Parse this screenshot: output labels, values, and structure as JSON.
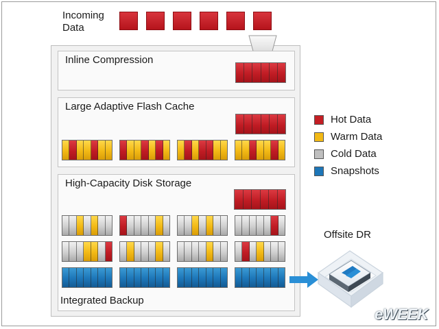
{
  "incoming": {
    "label_line1": "Incoming",
    "label_line2": "Data",
    "block_count": 6
  },
  "panels": {
    "compression": {
      "title": "Inline Compression"
    },
    "cache": {
      "title": "Large Adaptive Flash Cache"
    },
    "disk": {
      "title": "High-Capacity Disk Storage",
      "backup_label": "Integrated Backup"
    }
  },
  "legend": [
    {
      "label": "Hot Data",
      "color": "#c41e24"
    },
    {
      "label": "Warm Data",
      "color": "#f2b915"
    },
    {
      "label": "Cold Data",
      "color": "#bfbfbf"
    },
    {
      "label": "Snapshots",
      "color": "#1d76b8"
    }
  ],
  "offsite": {
    "label": "Offsite DR"
  },
  "watermark": {
    "text": "eWEEK"
  },
  "strips": {
    "compression": [
      "r",
      "r",
      "r",
      "r",
      "r",
      "r"
    ],
    "cache_hot": [
      "r",
      "r",
      "r",
      "r",
      "r",
      "r"
    ],
    "cache_row": [
      [
        "y",
        "r",
        "y",
        "y",
        "r",
        "y",
        "y"
      ],
      [
        "r",
        "y",
        "y",
        "r",
        "y",
        "r",
        "y"
      ],
      [
        "y",
        "r",
        "y",
        "r",
        "r",
        "y",
        "y"
      ],
      [
        "y",
        "y",
        "r",
        "y",
        "y",
        "r",
        "y"
      ]
    ],
    "disk_hot": [
      "r",
      "r",
      "r",
      "r",
      "r",
      "r"
    ],
    "disk_row1": [
      [
        "g",
        "g",
        "y",
        "g",
        "y",
        "g",
        "g"
      ],
      [
        "r",
        "g",
        "g",
        "g",
        "g",
        "y",
        "g"
      ],
      [
        "g",
        "g",
        "y",
        "g",
        "y",
        "g",
        "g"
      ],
      [
        "g",
        "g",
        "g",
        "g",
        "g",
        "r",
        "g"
      ]
    ],
    "disk_row2": [
      [
        "g",
        "g",
        "g",
        "y",
        "y",
        "g",
        "r"
      ],
      [
        "g",
        "y",
        "g",
        "g",
        "g",
        "y",
        "g"
      ],
      [
        "g",
        "g",
        "g",
        "g",
        "y",
        "g",
        "g"
      ],
      [
        "g",
        "r",
        "g",
        "y",
        "g",
        "g",
        "g"
      ]
    ],
    "disk_row3": [
      [
        "b",
        "b",
        "b",
        "b",
        "b",
        "b",
        "b"
      ],
      [
        "b",
        "b",
        "b",
        "b",
        "b",
        "b",
        "b"
      ],
      [
        "b",
        "b",
        "b",
        "b",
        "b",
        "b",
        "b"
      ],
      [
        "b",
        "b",
        "b",
        "b",
        "b",
        "b",
        "b"
      ]
    ]
  }
}
